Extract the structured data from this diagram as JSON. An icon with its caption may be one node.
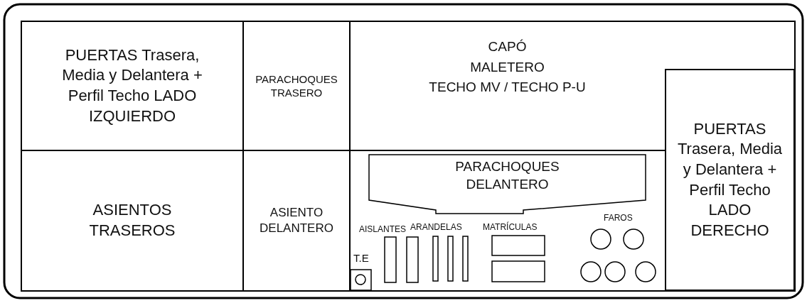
{
  "diagram": {
    "nodes": [
      {
        "text": [
          "PUERTAS Trasera, Media y Delantera + Perfil Techo LADO IZQUIERDO"
        ]
      },
      {
        "text": [
          "PARACHOQUES TRASERO"
        ]
      },
      {
        "text": [
          "CAPÓ",
          "MALETERO",
          "TECHO MV / TECHO P-U"
        ]
      },
      {
        "text": [
          "PUERTAS Trasera, Media y Delantera + Perfil Techo LADO DERECHO"
        ]
      },
      {
        "text": [
          "ASIENTOS TRASEROS"
        ]
      },
      {
        "text": [
          "ASIENTO DELANTERO"
        ]
      },
      {
        "text": [
          "PARACHOQUES DELANTERO"
        ]
      }
    ],
    "labels": [
      "FAROS",
      "AISLANTES",
      "ARANDELAS",
      "MATRÍCULAS",
      "T.E"
    ]
  }
}
